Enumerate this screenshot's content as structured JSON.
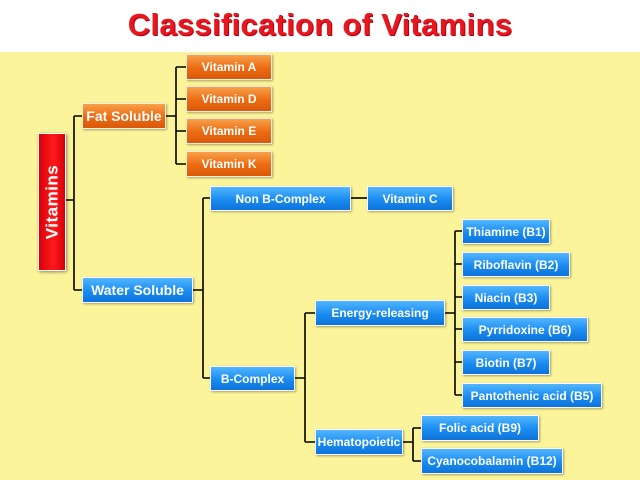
{
  "title": "Classification of Vitamins",
  "root": "Vitamins",
  "fat_soluble": {
    "label": "Fat Soluble",
    "items": [
      "Vitamin A",
      "Vitamin D",
      "Vitamin E",
      "Vitamin K"
    ]
  },
  "water_soluble": {
    "label": "Water Soluble",
    "non_b_complex": {
      "label": "Non B-Complex",
      "items": [
        "Vitamin C"
      ]
    },
    "b_complex": {
      "label": "B-Complex",
      "energy_releasing": {
        "label": "Energy-releasing",
        "items": [
          "Thiamine (B1)",
          "Riboflavin (B2)",
          "Niacin (B3)",
          "Pyrridoxine (B6)",
          "Biotin (B7)",
          "Pantothenic acid (B5)"
        ]
      },
      "hematopoietic": {
        "label": "Hematopoietic",
        "items": [
          "Folic acid (B9)",
          "Cyanocobalamin (B12)"
        ]
      }
    }
  },
  "colors": {
    "title": "#e8161e",
    "panel": "#fbf49a",
    "fat_nodes": "#ec6a10",
    "water_nodes": "#1a8bf0",
    "root": "#ff1a1a",
    "connector": "#000000"
  }
}
